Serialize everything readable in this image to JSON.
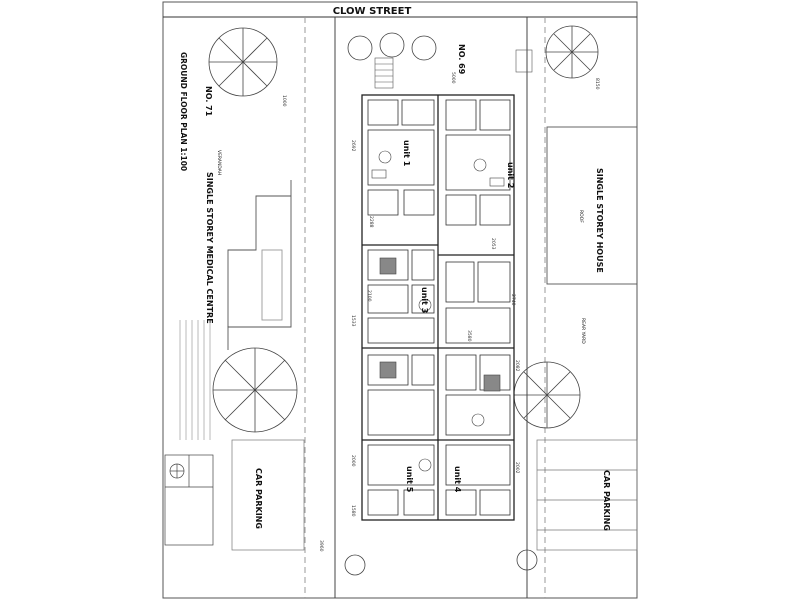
{
  "street": "CLOW STREET",
  "lots": {
    "no71": "NO. 71",
    "no69": "NO. 69"
  },
  "plan_title": "GROUND FLOOR PLAN 1:100",
  "neighbours": {
    "medical_centre": "SINGLE STOREY MEDICAL CENTRE",
    "single_storey_house": "SINGLE STOREY HOUSE",
    "verandah": "VERANDAH",
    "roof": "ROOF",
    "rear_yard": "REAR YARD"
  },
  "car_parking": "CAR PARKING",
  "units": [
    "unit 1",
    "unit 2",
    "unit 3",
    "unit 4",
    "unit 5"
  ],
  "dimensions": [
    "5000",
    "8150",
    "1000",
    "2692",
    "2288",
    "2053",
    "2100",
    "1533",
    "2740",
    "3580",
    "2082",
    "2000",
    "2002",
    "1580",
    "3960"
  ],
  "colors": {
    "line": "#2a2a2a",
    "light_line": "#8a8a8a",
    "paper": "#ffffff"
  }
}
